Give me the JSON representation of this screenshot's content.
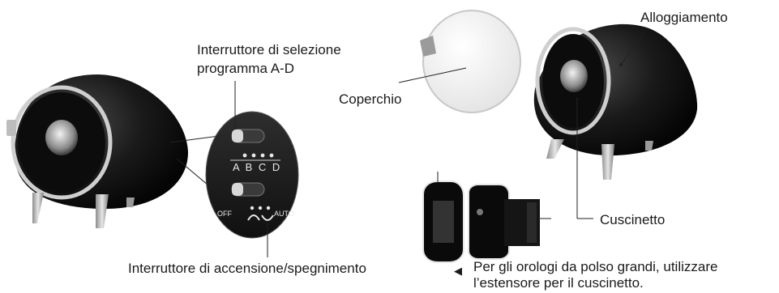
{
  "labels": {
    "program_switch_line1": "Interruttore di selezione",
    "program_switch_line2": "programma A-D",
    "power_switch": "Interruttore di accensione/spegnimento",
    "cover": "Coperchio",
    "housing": "Alloggiamento",
    "cushion": "Cuscinetto",
    "note_line1": "Per gli orologi da polso grandi, utilizzare",
    "note_line2": "l’estensore per il cuscinetto."
  },
  "switch_panel": {
    "program_letters": "A B C D",
    "off_label": "OFF",
    "auto_label": "AUTO"
  },
  "colors": {
    "body": "#141414",
    "ring": "#c9c9c9",
    "line": "#222222",
    "background": "#ffffff"
  }
}
